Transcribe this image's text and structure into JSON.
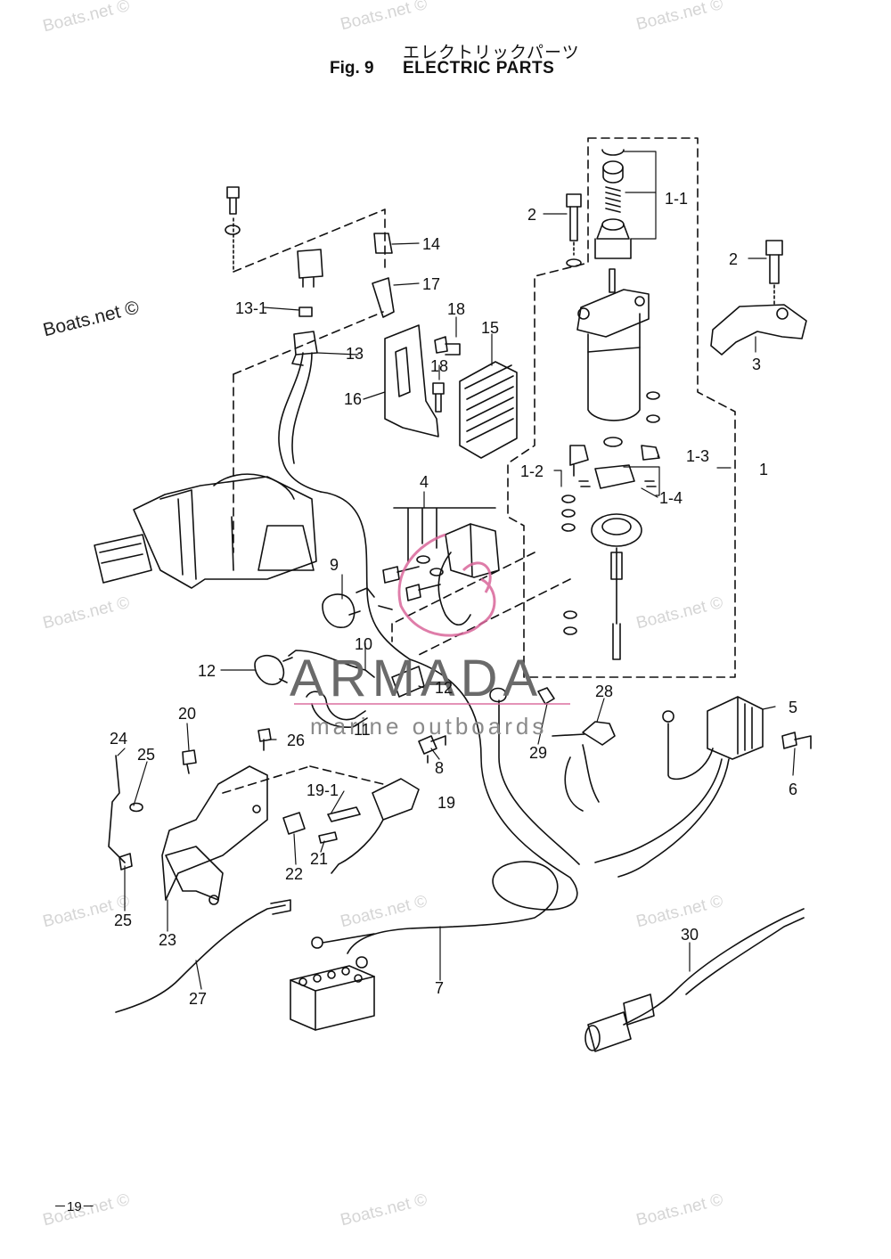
{
  "header": {
    "title_jp": "エレクトリックパーツ",
    "figure_number": "Fig. 9",
    "title_en": "ELECTRIC PARTS"
  },
  "watermarks": {
    "site": "Boats.net ©",
    "brand_name": "ARMADA",
    "brand_tagline": "marine outboards"
  },
  "footer": {
    "page_number": "－19－"
  },
  "callouts": [
    "1",
    "1-1",
    "1-2",
    "1-3",
    "1-4",
    "2",
    "2",
    "3",
    "4",
    "5",
    "6",
    "7",
    "8",
    "9",
    "10",
    "11",
    "12",
    "12",
    "13",
    "13-1",
    "14",
    "15",
    "16",
    "17",
    "18",
    "18",
    "19",
    "19-1",
    "20",
    "21",
    "22",
    "23",
    "24",
    "25",
    "25",
    "26",
    "27",
    "28",
    "29",
    "30"
  ],
  "colors": {
    "line": "#111111",
    "watermark": "#d5d5d5",
    "logo_accent": "#d9669a"
  }
}
